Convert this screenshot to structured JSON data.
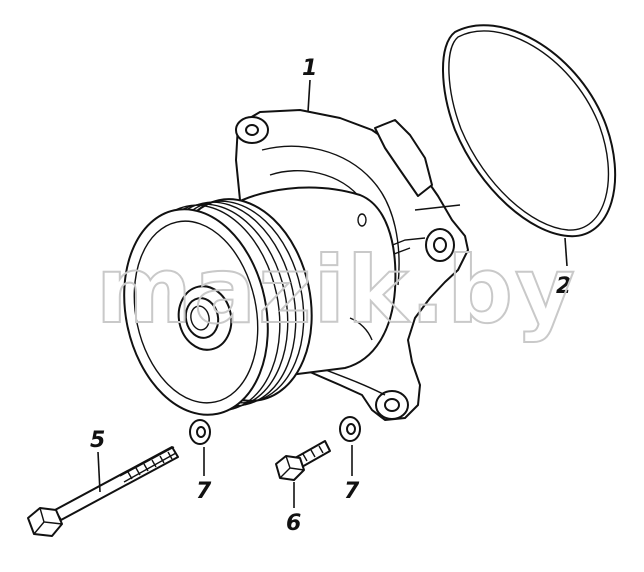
{
  "diagram": {
    "callouts": [
      {
        "id": "1",
        "part": "water-pump-housing"
      },
      {
        "id": "2",
        "part": "o-ring"
      },
      {
        "id": "5",
        "part": "long-bolt"
      },
      {
        "id": "6",
        "part": "short-bolt"
      },
      {
        "id": "7",
        "part": "washer"
      },
      {
        "id": "7",
        "part": "washer"
      }
    ]
  },
  "watermark": "mazik.by"
}
